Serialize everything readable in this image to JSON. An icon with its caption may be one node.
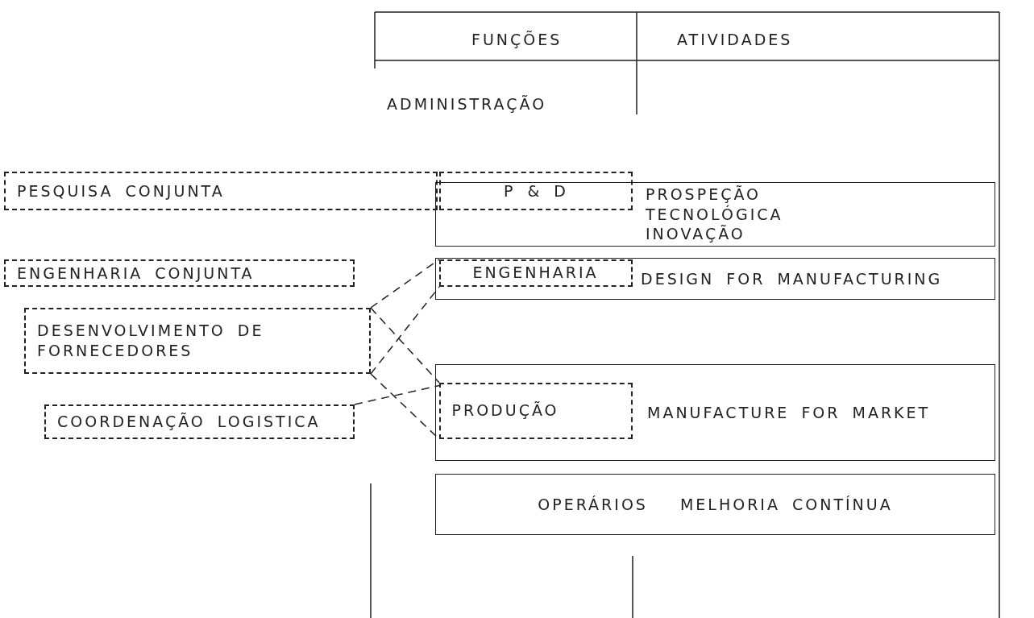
{
  "diagram": {
    "nodes": [
      {
        "text": [
          "PROSPEÇÃO TECNOLÓGICA INOVAÇÃO"
        ]
      },
      {
        "text": [
          "P & D"
        ]
      },
      {
        "text": [
          "PESQUISA CONJUNTA"
        ]
      },
      {
        "text": [
          "DESIGN FOR MANUFACTURING"
        ]
      },
      {
        "text": [
          "ENGENHARIA"
        ],
        "in": 3
      },
      {
        "text": [
          "ENGENHARIA CONJUNTA"
        ]
      },
      {
        "text": [
          "DESENVOLVIMENTO DE FORNECEDORES"
        ]
      },
      {
        "text": [
          "MANUFACTURE FOR MARKET"
        ]
      },
      {
        "text": [
          "PRODUÇÃO"
        ],
        "in": 7
      },
      {
        "text": [
          "COORDENAÇÃO LOGISTICA"
        ]
      },
      {
        "text": [
          "OPERÁRIOS",
          "MELHORIA CONTÍNUA"
        ]
      }
    ],
    "edges": [
      {
        "from": 6,
        "to": 4,
        "arrow": "none",
        "style": "dashed"
      },
      {
        "from": 6,
        "to": 8,
        "arrow": "none",
        "style": "dashed"
      },
      {
        "from": 6,
        "to": 4,
        "arrow": "none",
        "style": "dashed"
      },
      {
        "from": 6,
        "to": 8,
        "arrow": "none",
        "style": "dashed"
      },
      {
        "from": 9,
        "to": 8,
        "arrow": "none",
        "style": "dashed"
      }
    ],
    "labels": [
      "FUNÇÕES",
      "ATIVIDADES",
      "ADMINISTRAÇÃO"
    ]
  }
}
